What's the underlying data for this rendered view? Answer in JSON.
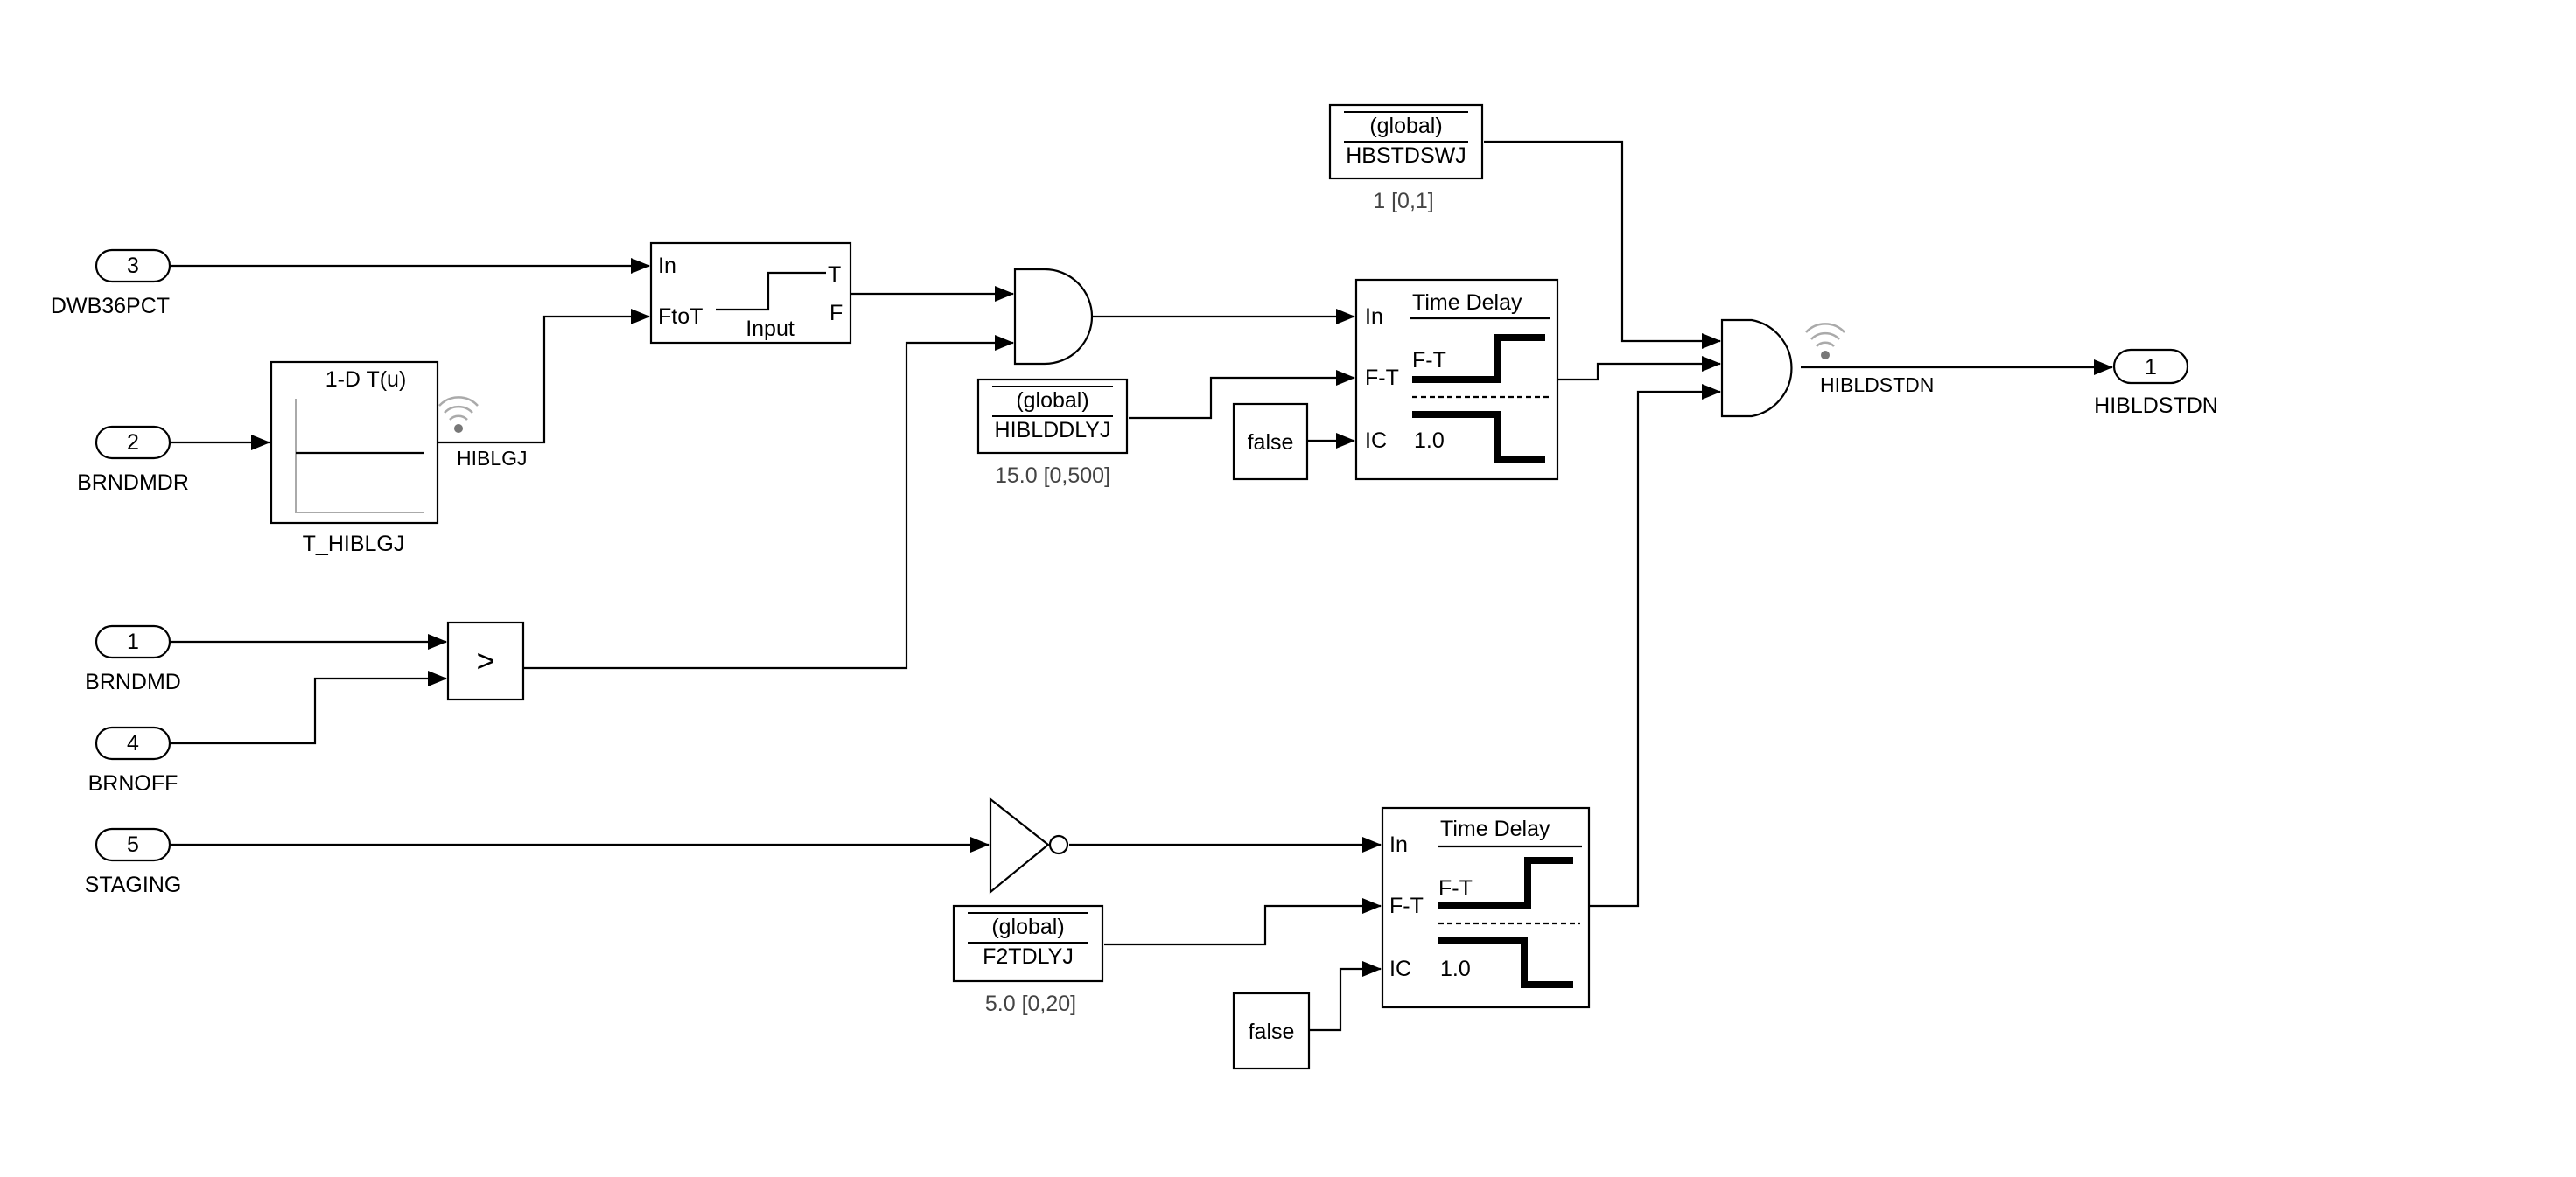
{
  "inports": [
    {
      "num": "3",
      "name": "DWB36PCT"
    },
    {
      "num": "2",
      "name": "BRNDMDR"
    },
    {
      "num": "1",
      "name": "BRNDMD"
    },
    {
      "num": "4",
      "name": "BRNOFF"
    },
    {
      "num": "5",
      "name": "STAGING"
    }
  ],
  "outport": {
    "num": "1",
    "name": "HIBLDSTDN"
  },
  "lookup": {
    "title": "1-D T(u)",
    "name": "T_HIBLGJ"
  },
  "signals": {
    "hiblgj": "HIBLGJ",
    "hibldstdn": "HIBLDSTDN"
  },
  "switch_block": {
    "in": "In",
    "ftot": "FtoT",
    "t": "T",
    "f": "F",
    "input": "Input"
  },
  "relational": {
    "op": ">"
  },
  "constants": [
    {
      "scope": "(global)",
      "name": "HBSTDSWJ",
      "value": "1 [0,1]"
    },
    {
      "scope": "(global)",
      "name": "HIBLDDLYJ",
      "value": "15.0 [0,500]"
    },
    {
      "scope": "(global)",
      "name": "F2TDLYJ",
      "value": "5.0 [0,20]"
    }
  ],
  "booleans": [
    "false",
    "false"
  ],
  "time_delays": [
    {
      "title": "Time Delay",
      "in": "In",
      "ft_port": "F-T",
      "ic": "IC",
      "ft_label": "F-T",
      "ic_value": "1.0"
    },
    {
      "title": "Time Delay",
      "in": "In",
      "ft_port": "F-T",
      "ic": "IC",
      "ft_label": "F-T",
      "ic_value": "1.0"
    }
  ]
}
